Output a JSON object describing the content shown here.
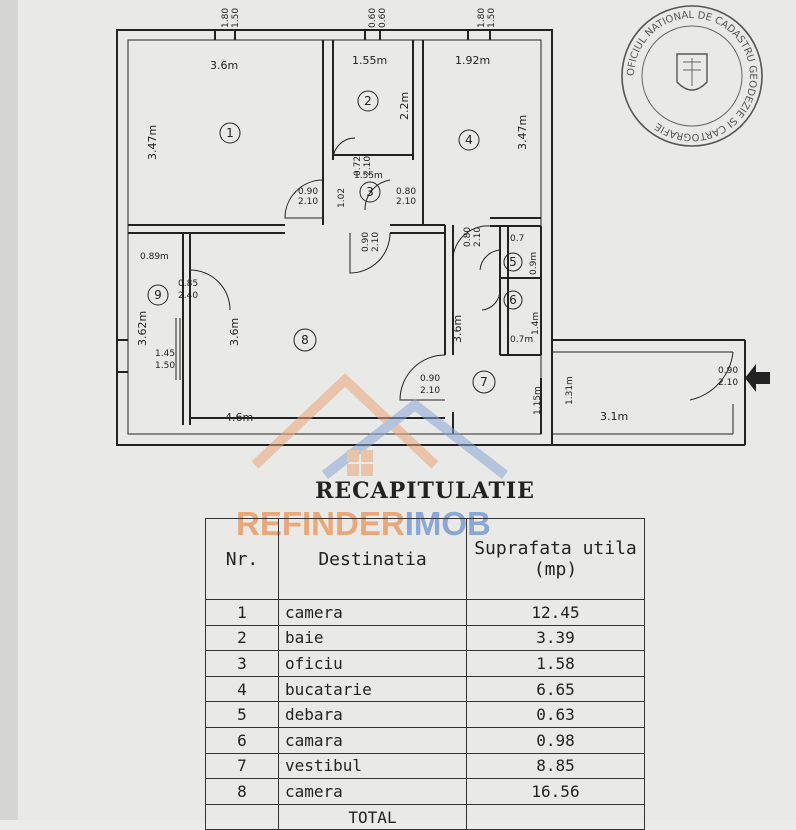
{
  "plan": {
    "rooms": [
      "1",
      "2",
      "3",
      "4",
      "5",
      "6",
      "7",
      "8",
      "9"
    ],
    "dims": {
      "w1": "3.6m",
      "w2": "1.55m",
      "w3": "1.92m",
      "w2b": "1.55m",
      "h1": "3.47m",
      "h2": "2.2m",
      "h4": "3.47m",
      "w8": "4.6m",
      "h8": "3.6m",
      "h9": "3.62m",
      "w9": "0.89m",
      "h7": "3.6m",
      "w7": "3.1m",
      "h7a": "1.15m",
      "h7b": "1.31m",
      "w5": "0.7",
      "h5": "0.9m",
      "w6": "0.7m",
      "h6": "1.4m"
    },
    "door_labels": {
      "top1": "1.80\n1.50",
      "top2": "0.60\n0.60",
      "top3": "1.80\n1.50",
      "d3a": "0.72\n2.10",
      "d13": "0.90\n2.10",
      "d1_02": "1.02",
      "d34": "0.80\n2.10",
      "d38": "0.90\n2.10",
      "d47": "0.80\n2.10",
      "d89a": "0.85",
      "d89b": "2.40",
      "w9a": "1.45",
      "w9b": "1.50",
      "d78a": "0.90",
      "d78b": "2.10",
      "entra": "0.90",
      "entrb": "2.10"
    }
  },
  "stamp": {
    "ring_text": "OFICIUL NATIONAL DE CADASTRU GEODEZIE SI CARTOGRAFIE"
  },
  "recap": {
    "title": "RECAPITULATIE",
    "headers": {
      "nr": "Nr.",
      "dest": "Destinatia",
      "area": "Suprafata utila (mp)"
    },
    "rows": [
      {
        "nr": "1",
        "dest": "camera",
        "area": "12.45"
      },
      {
        "nr": "2",
        "dest": "baie",
        "area": "3.39"
      },
      {
        "nr": "3",
        "dest": "oficiu",
        "area": "1.58"
      },
      {
        "nr": "4",
        "dest": "bucatarie",
        "area": "6.65"
      },
      {
        "nr": "5",
        "dest": "debara",
        "area": "0.63"
      },
      {
        "nr": "6",
        "dest": "camara",
        "area": "0.98"
      },
      {
        "nr": "7",
        "dest": "vestibul",
        "area": "8.85"
      },
      {
        "nr": "8",
        "dest": "camera",
        "area": "16.56"
      }
    ],
    "total_label": "TOTAL"
  },
  "watermark": {
    "part1": "REFINDER",
    "part2": "IMOB"
  }
}
